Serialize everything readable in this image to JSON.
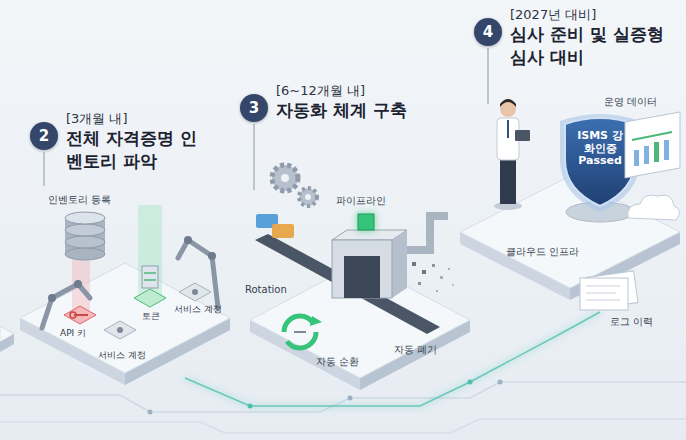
{
  "diagram": {
    "nodes": [
      {
        "text": [
          "2",
          "[3개월 내]",
          "전체 자격증명 인벤토리 파악"
        ]
      },
      {
        "text": [
          "3",
          "[6~12개월 내]",
          "자동화 체계 구축"
        ]
      },
      {
        "text": [
          "4",
          "[2027년 대비]",
          "심사 준비 및 실증형 심사 대비"
        ]
      }
    ],
    "labels": [
      "인벤토리 등록",
      "API 키",
      "서비스 계정",
      "토큰",
      "서비스 계정",
      "파이프라인",
      "Rotation",
      "자동 순환",
      "자동 폐기",
      "ISMS 강화인증 Passed",
      "운영 데이터",
      "클라우드 인프라",
      "로그 이력"
    ]
  }
}
